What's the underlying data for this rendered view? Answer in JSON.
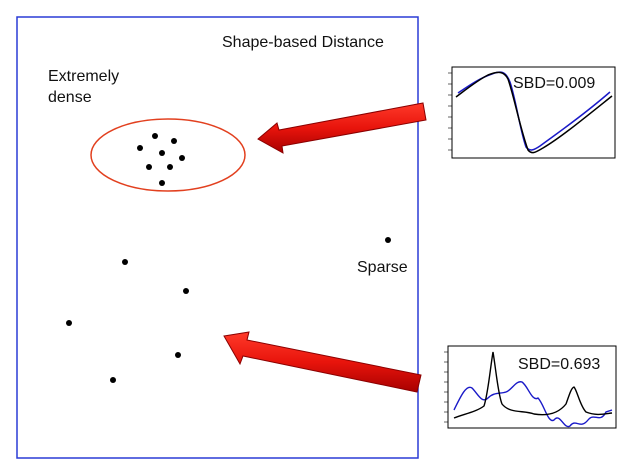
{
  "diagram": {
    "title": "Shape-based Distance",
    "dense_label_line1": "Extremely",
    "dense_label_line2": "dense",
    "sparse_label": "Sparse",
    "colors": {
      "frame": "#2a3bd6",
      "ellipse": "#e2401f",
      "arrow": "#e8140c",
      "series_black": "#000000",
      "series_blue": "#1a1ac8"
    }
  },
  "comparisons": [
    {
      "label": "SBD=0.009"
    },
    {
      "label": "SBD=0.693"
    }
  ]
}
